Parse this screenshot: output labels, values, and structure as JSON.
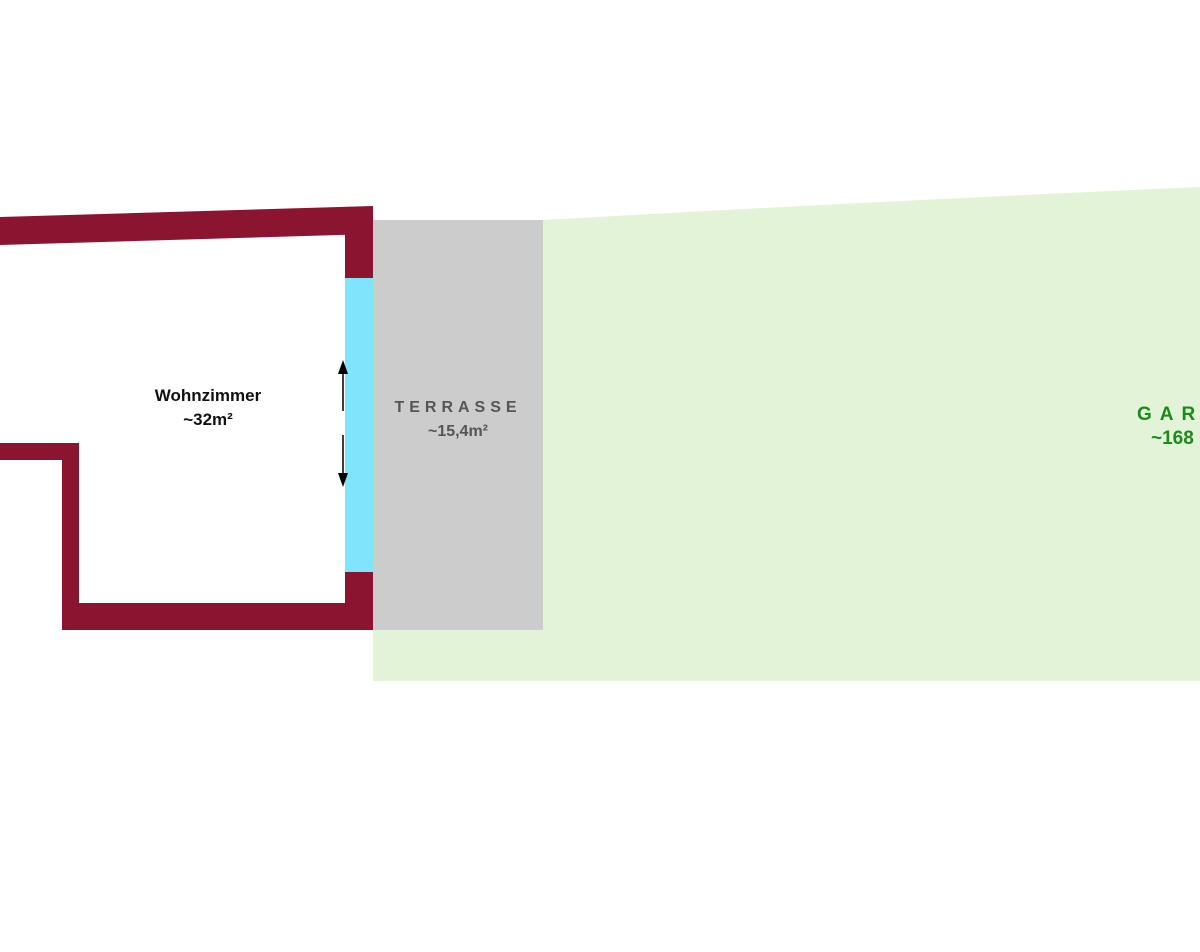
{
  "rooms": {
    "living": {
      "name": "Wohnzimmer",
      "area": "~32m²"
    },
    "terrace": {
      "name": "TERRASSE",
      "area": "~15,4m²"
    },
    "garden": {
      "name": "GART",
      "area": "~168"
    }
  },
  "colors": {
    "wall": "#8b1530",
    "window": "#80e4fc",
    "terrace": "#cccccc",
    "garden": "#e3f3d8",
    "garden_text": "#1a8a1a"
  }
}
